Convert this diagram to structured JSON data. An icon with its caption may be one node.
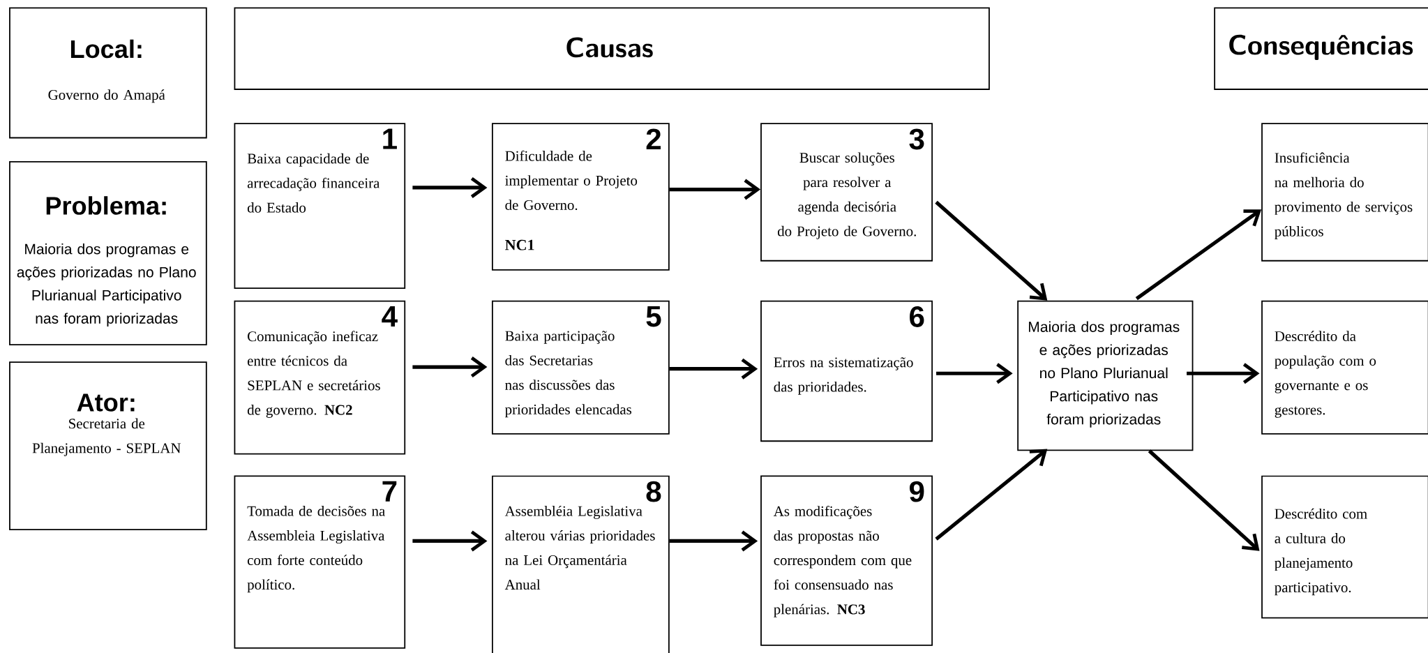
{
  "diagram": {
    "nodes": [
      {
        "text": [
          "Local:",
          "Governo do Amapá"
        ]
      },
      {
        "text": [
          "Causas"
        ]
      },
      {
        "text": [
          "Consequências"
        ]
      },
      {
        "text": [
          "1",
          "Baixa capacidade de arrecadação financeira do Estado"
        ]
      },
      {
        "text": [
          "2",
          "Dificuldade de implementar o Projeto de Governo.",
          "NC1"
        ]
      },
      {
        "text": [
          "3",
          "Buscar soluções para resolver a agenda decisória do Projeto de Governo."
        ]
      },
      {
        "text": [
          "Insuficiência na melhoria do provimento de serviços públicos"
        ]
      },
      {
        "text": [
          "Problema:",
          "Maioria dos programas e ações priorizadas no Plano Plurianual Participativo nas foram priorizadas"
        ]
      },
      {
        "text": [
          "4",
          "Comunicação ineficaz entre técnicos da SEPLAN e secretários de governo. **NC2**"
        ]
      },
      {
        "text": [
          "5",
          "Baixa participação das Secretarias nas discussões das prioridades elencadas"
        ]
      },
      {
        "text": [
          "6",
          "Erros na sistematização das prioridades."
        ]
      },
      {
        "text": [
          "Maioria dos programas e ações priorizadas no Plano Plurianual Participativo nas foram priorizadas"
        ]
      },
      {
        "text": [
          "Descrédito da população com o governante e os gestores."
        ]
      },
      {
        "text": [
          "Ator:",
          "Secretaria de Planejamento - SEPLAN"
        ]
      },
      {
        "text": [
          "7",
          "Tomada de decisões na Assembleia Legislativa com forte conteúdo político."
        ]
      },
      {
        "text": [
          "8",
          "Assembléia Legislativa alterou várias prioridades na Lei Orçamentária Anual"
        ]
      },
      {
        "text": [
          "9",
          "As modificações das propostas não correspondem com que foi consensuado nas plenárias.  **NC3**"
        ]
      },
      {
        "text": [
          "Descrédito com a cultura do planejamento participativo."
        ]
      }
    ],
    "edges": [
      {
        "from": 3,
        "to": 4,
        "arrow": "to"
      },
      {
        "from": 4,
        "to": 5,
        "arrow": "to"
      },
      {
        "from": 8,
        "to": 9,
        "arrow": "to"
      },
      {
        "from": 9,
        "to": 10,
        "arrow": "to"
      },
      {
        "from": 14,
        "to": 15,
        "arrow": "to"
      },
      {
        "from": 15,
        "to": 16,
        "arrow": "to"
      },
      {
        "from": 5,
        "to": 11,
        "arrow": "to"
      },
      {
        "from": 10,
        "to": 11,
        "arrow": "to"
      },
      {
        "from": 16,
        "to": 11,
        "arrow": "to"
      },
      {
        "from": 11,
        "to": 6,
        "arrow": "to"
      },
      {
        "from": 11,
        "to": 12,
        "arrow": "to"
      },
      {
        "from": 11,
        "to": 17,
        "arrow": "to"
      }
    ]
  }
}
